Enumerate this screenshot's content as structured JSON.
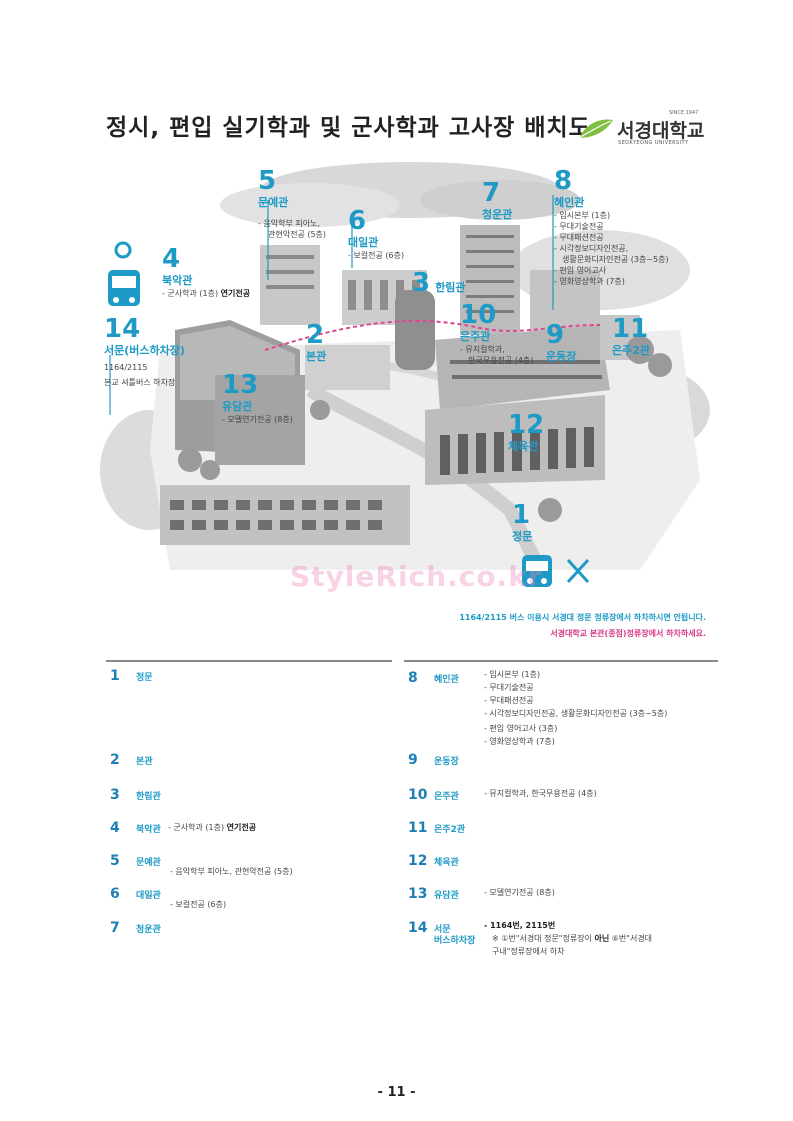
{
  "title": "정시, 편입 실기학과 및 군사학과 고사장 배치도",
  "logo": {
    "since": "SINCE 1947",
    "name": "서경대학교",
    "en": "SEOKYEONG UNIVERSITY",
    "color": "#7fbe41"
  },
  "map_markers": [
    {
      "num": "1",
      "name": "정문",
      "depts": []
    },
    {
      "num": "2",
      "name": "본관",
      "depts": []
    },
    {
      "num": "3",
      "name": "한림관",
      "depts": []
    },
    {
      "num": "4",
      "name": "북악관",
      "depts": [
        "- 군사학과 (1층)"
      ],
      "bold": "연기전공"
    },
    {
      "num": "5",
      "name": "문예관",
      "depts": [
        "- 음악학부 피아노,",
        "관현악전공 (5층)"
      ]
    },
    {
      "num": "6",
      "name": "대일관",
      "depts": [
        "- 보컬전공 (6층)"
      ]
    },
    {
      "num": "7",
      "name": "청운관",
      "depts": []
    },
    {
      "num": "8",
      "name": "혜인관",
      "depts": [
        "- 입시본부 (1층)",
        "- 무대기술전공",
        "- 무대패션전공",
        "- 시각정보디자인전공,",
        "생활문화디자인전공 (3층~5층)",
        "- 편입 영어고사",
        "- 영화영상학과 (7층)"
      ]
    },
    {
      "num": "9",
      "name": "운동장",
      "depts": []
    },
    {
      "num": "10",
      "name": "은주관",
      "depts": [
        "- 뮤지컬학과,",
        "한국무용전공 (4층)"
      ]
    },
    {
      "num": "11",
      "name": "은주2관",
      "depts": []
    },
    {
      "num": "12",
      "name": "체육관",
      "depts": []
    },
    {
      "num": "13",
      "name": "유담관",
      "depts": [
        "- 모델연기전공 (8층)"
      ]
    },
    {
      "num": "14",
      "name": "서문(버스하차장)",
      "depts": [
        "1164/2115",
        "본교 셔틀버스 하차장"
      ]
    }
  ],
  "watermark": "StyleRich.co.kr",
  "notice": {
    "line1": "1164/2115 버스 이용시 서경대 정문 정류장에서 하차하시면 안됩니다.",
    "line2": "서경대학교 본관(종점)정류장에서 하차하세요."
  },
  "table": {
    "left": [
      {
        "num": "1",
        "name": "정문",
        "lines": []
      },
      {
        "num": "2",
        "name": "본관",
        "lines": []
      },
      {
        "num": "3",
        "name": "한림관",
        "lines": []
      },
      {
        "num": "4",
        "name": "북악관",
        "inline": "- 군사학과 (1층)",
        "inline_bold": "연기전공"
      },
      {
        "num": "5",
        "name": "문예관",
        "lines": [
          "- 음악학부 피아노, 관현악전공 (5층)"
        ]
      },
      {
        "num": "6",
        "name": "대일관",
        "lines": [
          "- 보컬전공 (6층)"
        ]
      },
      {
        "num": "7",
        "name": "청운관",
        "lines": []
      }
    ],
    "right": [
      {
        "num": "8",
        "name": "혜인관",
        "lines": [
          "- 입시본부 (1층)",
          "- 무대기술전공",
          "- 무대패션전공",
          "- 시각정보디자인전공, 생활문화디자인전공 (3층~5층)",
          "- 편입 영어고사 (3층)",
          "- 영화영상학과 (7층)"
        ]
      },
      {
        "num": "9",
        "name": "운동장",
        "lines": []
      },
      {
        "num": "10",
        "name": "은주관",
        "lines": [
          "- 뮤지컬학과, 한국무용전공 (4층)"
        ]
      },
      {
        "num": "11",
        "name": "은주2관",
        "lines": []
      },
      {
        "num": "12",
        "name": "체육관",
        "lines": []
      },
      {
        "num": "13",
        "name": "유담관",
        "lines": [
          "- 모델연기전공 (8층)"
        ]
      },
      {
        "num": "14",
        "name": "서문",
        "name2": "버스하차장",
        "bus": "- 1164번, 2115번",
        "note1": "※ ①번\"서경대 정문\"정류장이 ",
        "note1_bold": "아닌",
        "note1_end": " ⑥번\"서경대",
        "note2": "구내\"정류장에서 하차"
      }
    ]
  },
  "page_number": "- 11 -"
}
